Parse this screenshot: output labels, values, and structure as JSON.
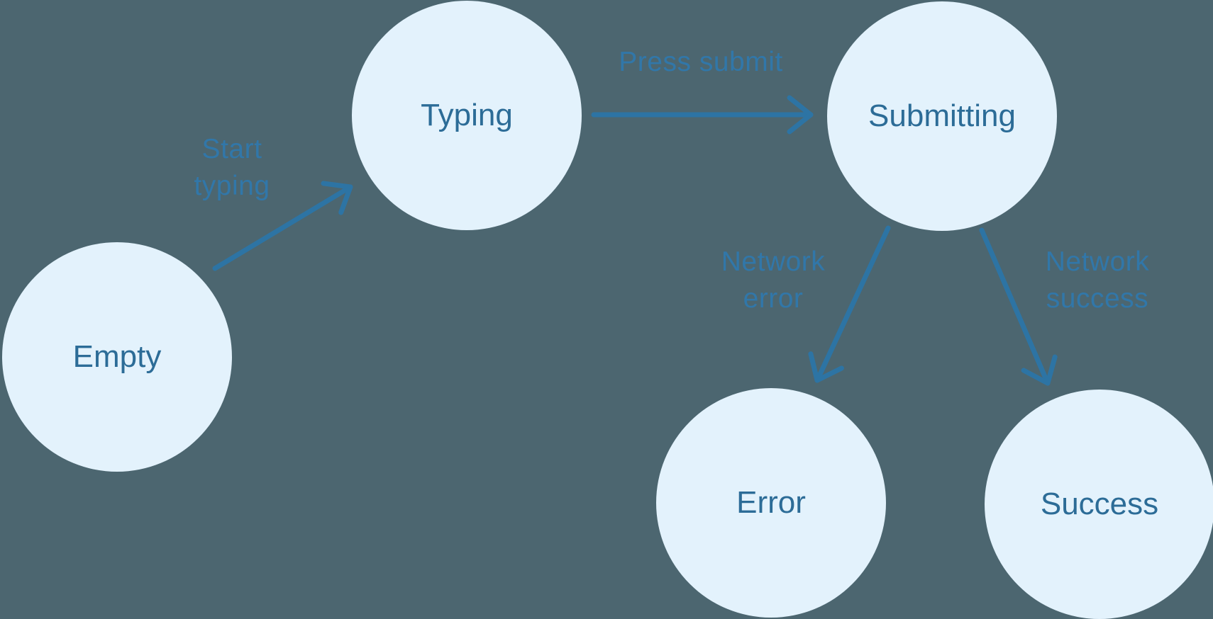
{
  "diagram_type": "state-machine",
  "nodes": {
    "empty": {
      "label": "Empty"
    },
    "typing": {
      "label": "Typing"
    },
    "submitting": {
      "label": "Submitting"
    },
    "error": {
      "label": "Error"
    },
    "success": {
      "label": "Success"
    }
  },
  "edges": {
    "start_typing": {
      "from": "Empty",
      "to": "Typing",
      "label": "Start typing",
      "lines": [
        "Start",
        "typing"
      ]
    },
    "press_submit": {
      "from": "Typing",
      "to": "Submitting",
      "label": "Press submit",
      "lines": [
        "Press submit"
      ]
    },
    "network_error": {
      "from": "Submitting",
      "to": "Error",
      "label": "Network error",
      "lines": [
        "Network",
        "error"
      ]
    },
    "network_success": {
      "from": "Submitting",
      "to": "Success",
      "label": "Network success",
      "lines": [
        "Network",
        "success"
      ]
    }
  },
  "colors": {
    "background": "#4c6670",
    "node_fill": "#e3f2fc",
    "node_text": "#2c6c97",
    "arrow": "#2d74a4",
    "edge_label": "#3177a9"
  }
}
